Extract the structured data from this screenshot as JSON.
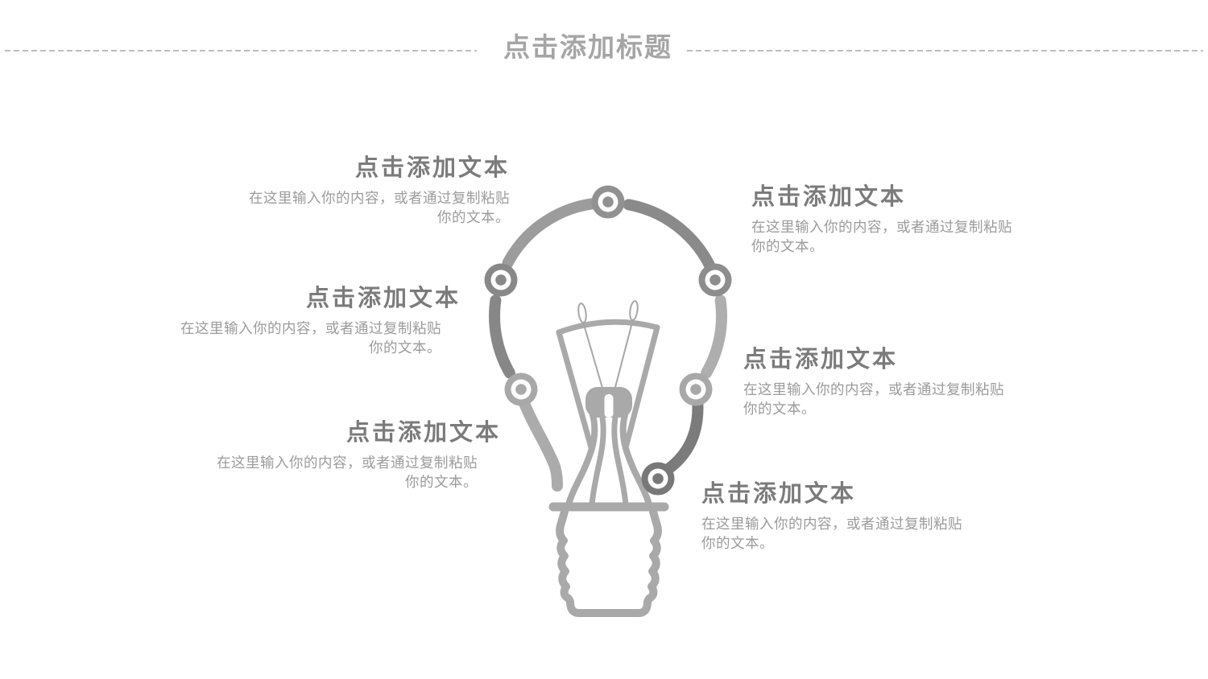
{
  "title": {
    "text": "点击添加标题"
  },
  "blocks": [
    {
      "id": 1,
      "side": "left",
      "heading": "点击添加文本",
      "body_lines": [
        "在这里输入你的内容，或者通过复制粘贴",
        "你的文本。"
      ]
    },
    {
      "id": 2,
      "side": "left",
      "heading": "点击添加文本",
      "body_lines": [
        "在这里输入你的内容，或者通过复制粘贴",
        "你的文本。"
      ]
    },
    {
      "id": 3,
      "side": "left",
      "heading": "点击添加文本",
      "body_lines": [
        "在这里输入你的内容，或者通过复制粘贴",
        "你的文本。"
      ]
    },
    {
      "id": 4,
      "side": "right",
      "heading": "点击添加文本",
      "body_lines": [
        "在这里输入你的内容，或者通过复制粘贴",
        "你的文本。"
      ]
    },
    {
      "id": 5,
      "side": "right",
      "heading": "点击添加文本",
      "body_lines": [
        "在这里输入你的内容，或者通过复制粘贴",
        "你的文本。"
      ]
    },
    {
      "id": 6,
      "side": "right",
      "heading": "点击添加文本",
      "body_lines": [
        "在这里输入你的内容，或者通过复制粘贴",
        "你的文本。"
      ]
    }
  ],
  "bulb": {
    "segment_colors": [
      "#9c9c9c",
      "#8a8a8a",
      "#878787",
      "#aeaeae",
      "#ababab",
      "#7b7b7b"
    ],
    "node_colors": [
      "#919191",
      "#888888",
      "#8d8d8d",
      "#a8a8a8",
      "#a8a8a8",
      "#787878"
    ],
    "node_inner_color": "#ffffff",
    "outline_color": "#a9a9a9",
    "wire_color": "#a6a6a6"
  },
  "colors": {
    "background": "#ffffff",
    "title_text": "#a5a5a5",
    "divider_dash": "#bdbdbd",
    "block_heading": "#7b7b7b",
    "block_body": "#9b9b9b"
  }
}
